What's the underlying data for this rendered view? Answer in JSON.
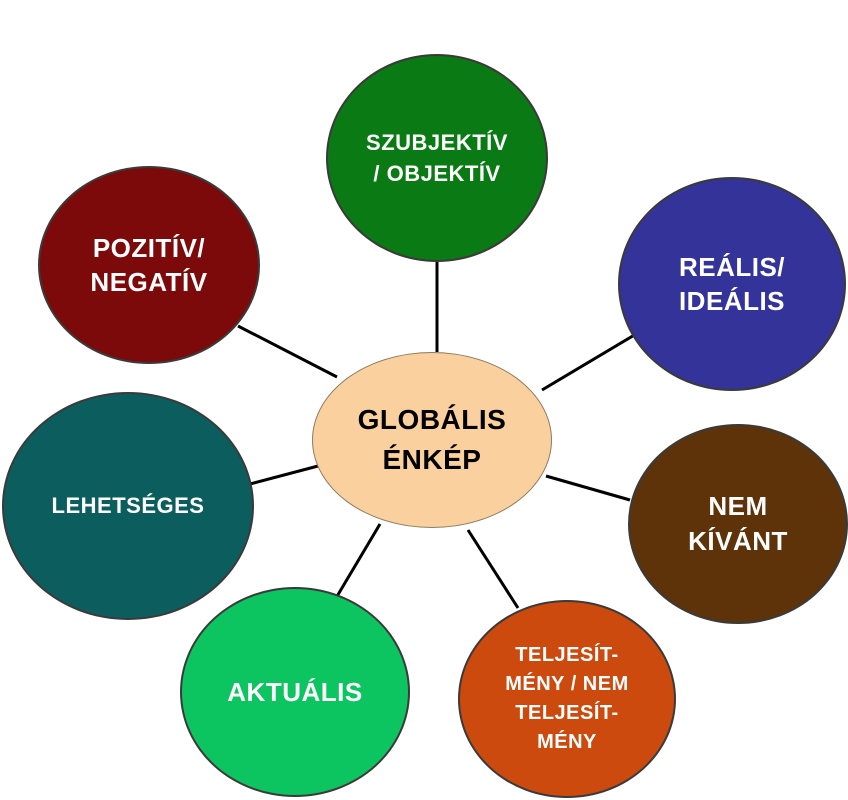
{
  "center": {
    "label": "GLOBÁLIS\nÉNKÉP",
    "color": "#fad09e",
    "text_color": "#000000"
  },
  "nodes": {
    "szubjektiv": {
      "label": "SZUBJEKTÍV\n/ OBJEKTÍV",
      "color": "#0a7a14"
    },
    "realis": {
      "label": "REÁLIS/\nIDEÁLIS",
      "color": "#33339a"
    },
    "pozitiv": {
      "label": "POZITÍV/\nNEGATÍV",
      "color": "#7d0a0a"
    },
    "nemkivant": {
      "label": "NEM\nKÍVÁNT",
      "color": "#5e330a"
    },
    "lehetseges": {
      "label": "LEHETSÉGES",
      "color": "#0c5e5e"
    },
    "aktualis": {
      "label": "AKTUÁLIS",
      "color": "#0cc460"
    },
    "teljesitmeny": {
      "label": "TELJESÍT-\nMÉNY / NEM\nTELJESÍT-\nMÉNY",
      "color": "#cc4a0e"
    }
  },
  "connector_color": "#000000",
  "text_color": "#ffffff"
}
